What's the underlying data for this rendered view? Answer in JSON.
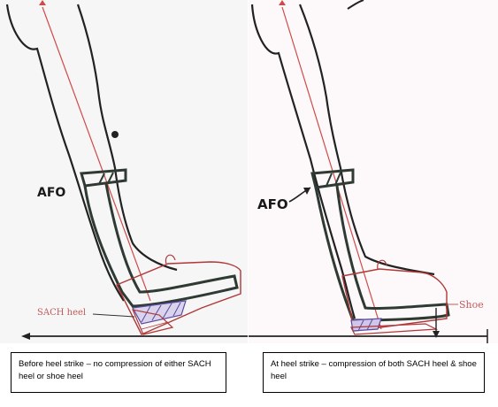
{
  "left_panel": {
    "afo_label": "AFO",
    "sach_label": "SACH heel"
  },
  "right_panel": {
    "afo_label": "AFO",
    "shoe_label": "Shoe"
  },
  "captions": {
    "left": "Before heel strike – no compression of either SACH heel or shoe heel",
    "right": "At heel strike – compression of both SACH heel & shoe heel"
  },
  "colors": {
    "sketch_black": "#222222",
    "orthosis_green": "#2f3a33",
    "force_line_red": "#d04a4a",
    "shoe_red": "#b03838",
    "sach_hatch": "#5a4aa0"
  }
}
